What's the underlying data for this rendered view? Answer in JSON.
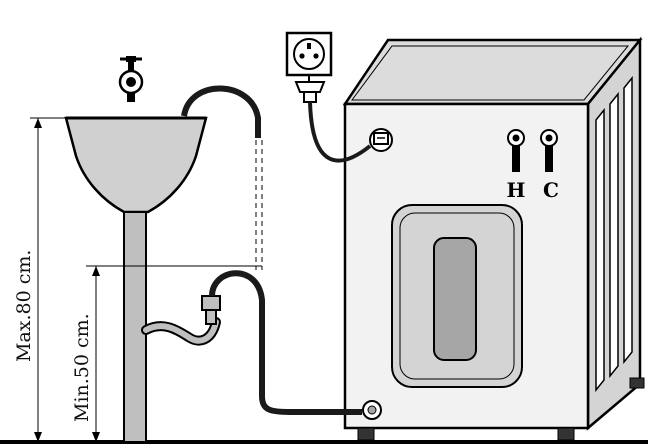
{
  "labels": {
    "max_height": "Max.80 cm.",
    "min_height": "Min.50 cm.",
    "hot_inlet": "H",
    "cold_inlet": "C"
  },
  "colors": {
    "line": "#000000",
    "hose": "#1a1a1a",
    "fill_light": "#d9d9d9",
    "fill_mid": "#bfbfbf",
    "fill_dark": "#a6a6a6"
  },
  "icons": {
    "tap": "water-tap-icon",
    "socket": "power-socket-icon",
    "plug": "power-plug-icon"
  }
}
